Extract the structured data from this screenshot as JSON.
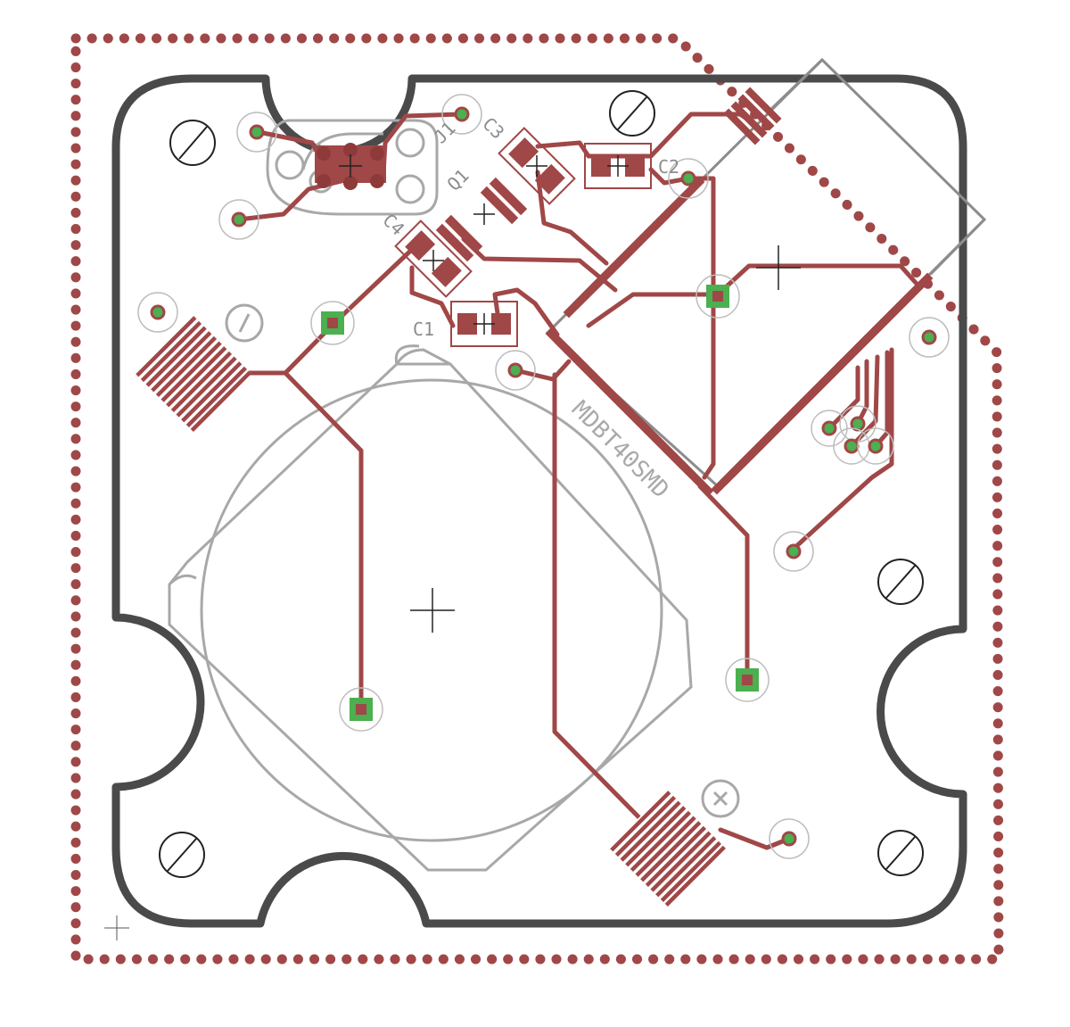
{
  "colors": {
    "background": "#ffffff",
    "trace": "#a04747",
    "pad": "#a04747",
    "via_fill": "#4caf50",
    "board_outline": "#4a4a4a",
    "silkscreen": "#a8a8a8",
    "keepout_dots": "#a04747",
    "cross": "#222222"
  },
  "labels": {
    "j1": "J1",
    "c3": "C3",
    "c2": "C2",
    "q1": "Q1",
    "c4": "C4",
    "c1": "C1",
    "module": "MDBT40SMD"
  },
  "icons": {
    "via": "via-dot-icon",
    "mount_hole": "mount-hole-icon",
    "origin": "origin-cross-icon"
  }
}
